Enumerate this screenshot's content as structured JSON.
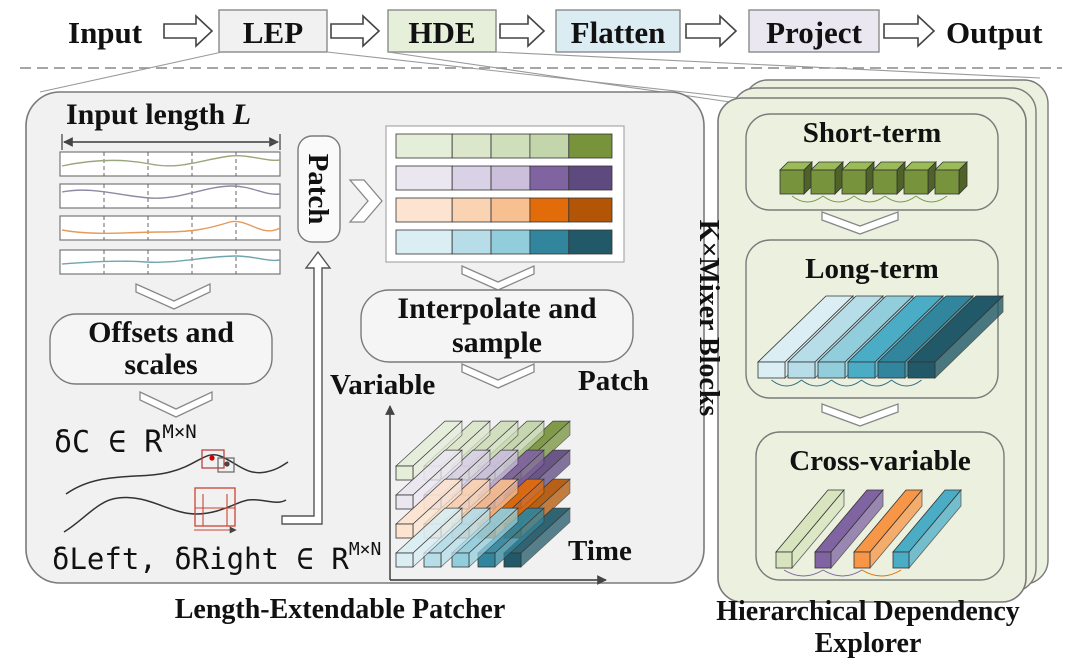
{
  "pipeline": {
    "input": "Input",
    "lep": "LEP",
    "hde": "HDE",
    "flatten": "Flatten",
    "project": "Project",
    "output": "Output",
    "colors": {
      "lep": "#f1f1f1",
      "hde": "#e6efd9",
      "flatten": "#dcecf3",
      "project": "#ebe7f1"
    }
  },
  "lep_panel": {
    "input_length": "Input length ",
    "input_length_var": "L",
    "patch": "Patch",
    "offsets": [
      "Offsets and",
      "scales"
    ],
    "delta_c_pre": "δC ∈ R",
    "delta_c_sup": "M×N",
    "delta_lr_pre": "δLeft, δRight ∈ R",
    "delta_lr_sup": "M×N",
    "interp": [
      "Interpolate and",
      "sample"
    ],
    "axis_variable": "Variable",
    "axis_patch": "Patch",
    "axis_time": "Time",
    "caption": "Length-Extendable Patcher",
    "series_colors": [
      "#9aa77c",
      "#8f8aa3",
      "#e59a5a",
      "#6fa6ac"
    ],
    "color_rows": [
      [
        "#e5eed9",
        "#dbe6cb",
        "#cfdebb",
        "#c3d5aa",
        "#77933c"
      ],
      [
        "#ebe7f1",
        "#d9d1e5",
        "#cbbfdc",
        "#8064a2",
        "#5f4a80"
      ],
      [
        "#fce4d0",
        "#fad3b3",
        "#f8bf90",
        "#e36c0a",
        "#b35506"
      ],
      [
        "#daeef3",
        "#b6dde8",
        "#92cddc",
        "#31859c",
        "#215968"
      ]
    ]
  },
  "hde_panel": {
    "short_term": "Short-term",
    "long_term": "Long-term",
    "cross_variable": "Cross-variable",
    "mixer_blocks": "K×Mixer Blocks",
    "caption": [
      "Hierarchical Dependency",
      "Explorer"
    ],
    "bg_color": "#ebf1de",
    "short_color": "#77933c",
    "long_colors": [
      "#daeef3",
      "#b6dde8",
      "#92cddc",
      "#4bacc6",
      "#31859c",
      "#215968"
    ],
    "cross_colors": [
      "#d7e4bd",
      "#8064a2",
      "#f79646",
      "#4bacc6"
    ]
  }
}
